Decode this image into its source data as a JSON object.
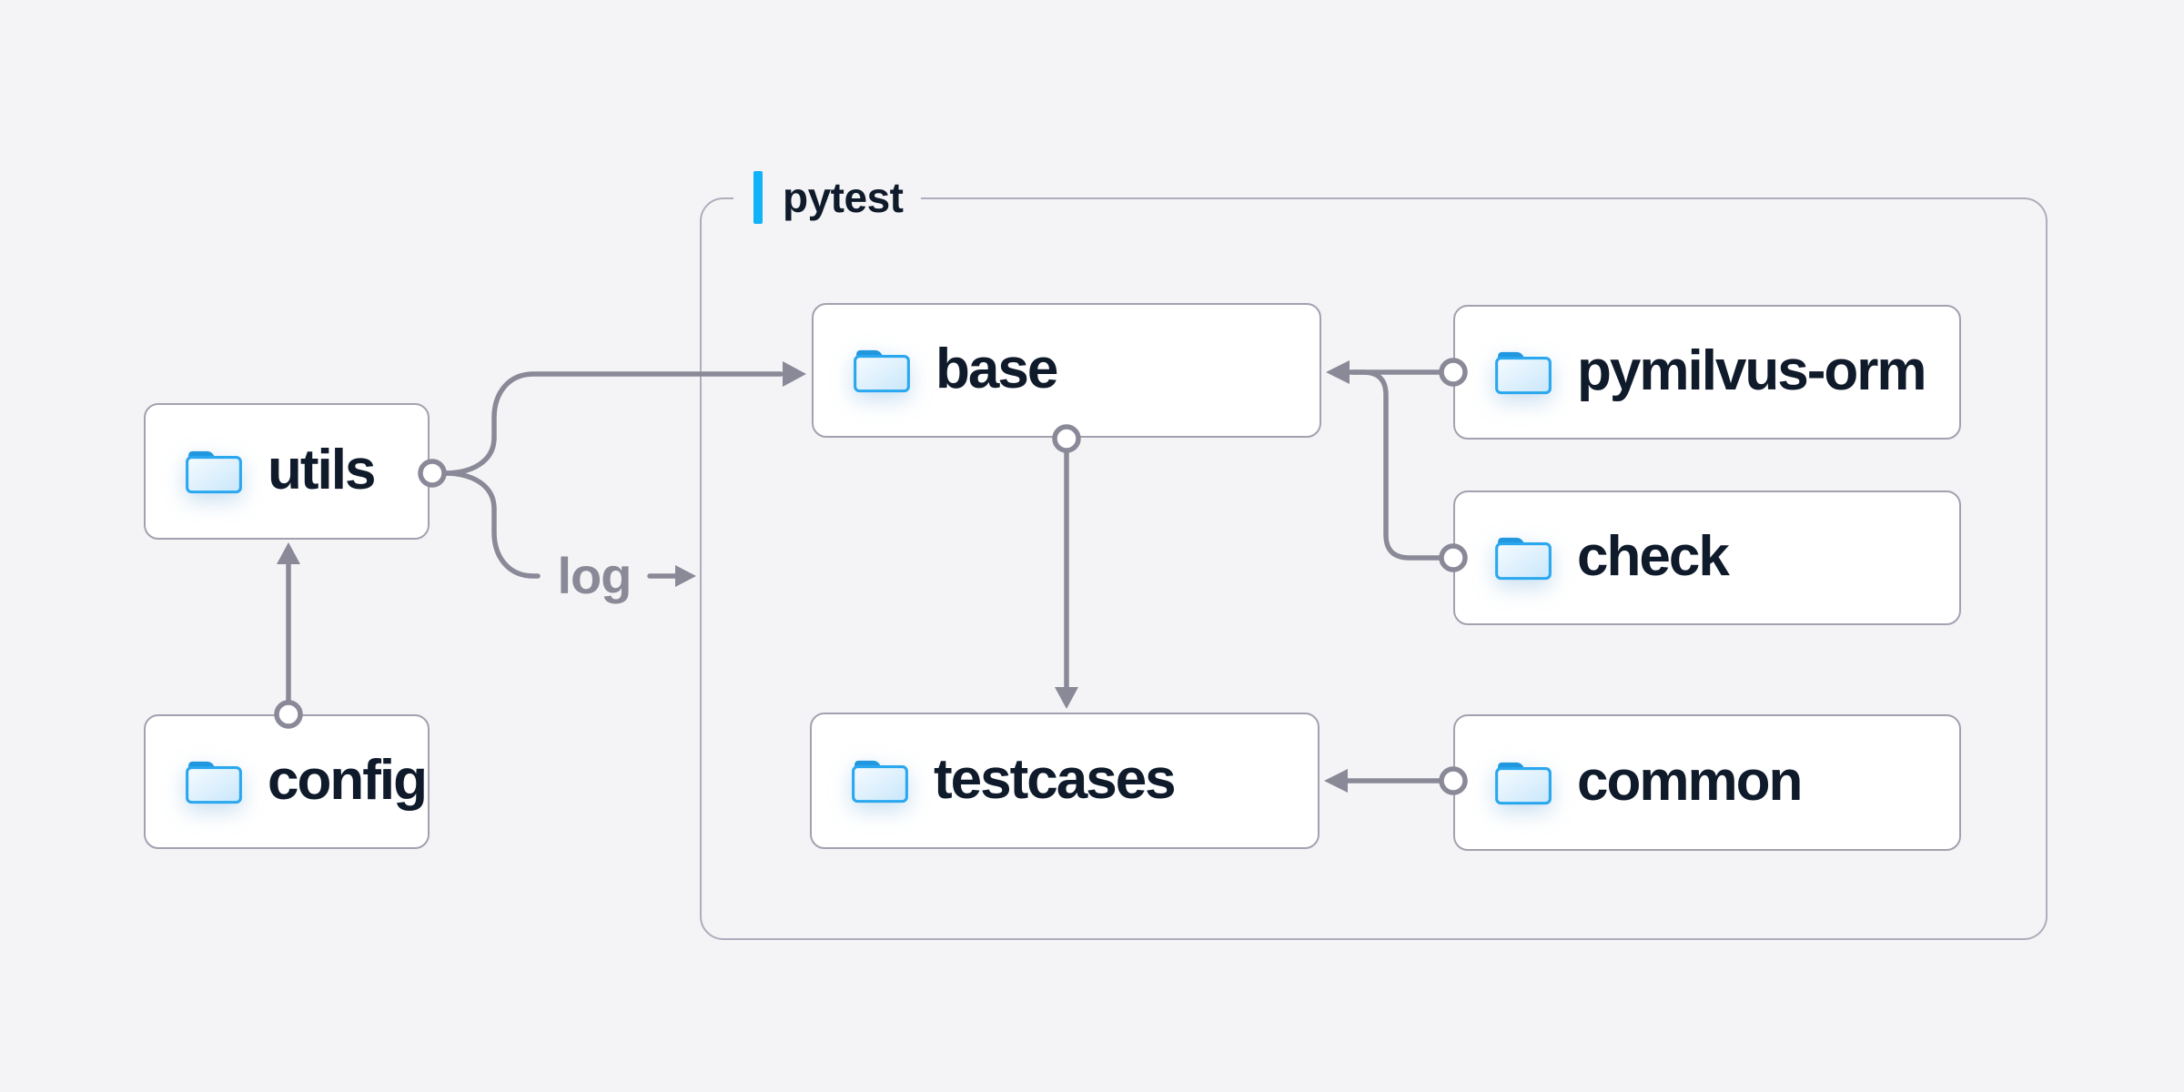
{
  "diagram": {
    "group_label": "pytest",
    "edge_label": "log",
    "nodes": {
      "utils": "utils",
      "config": "config",
      "base": "base",
      "pymilvus_orm": "pymilvus-orm",
      "check": "check",
      "testcases": "testcases",
      "common": "common"
    },
    "edges": [
      {
        "from": "config",
        "to": "utils",
        "style": "arrow"
      },
      {
        "from": "utils",
        "to": "base",
        "style": "arrow"
      },
      {
        "from": "utils",
        "to": "log",
        "style": "arrow",
        "label": "log"
      },
      {
        "from": "pymilvus-orm",
        "to": "base",
        "style": "arrow"
      },
      {
        "from": "check",
        "to": "base",
        "style": "arrow"
      },
      {
        "from": "base",
        "to": "testcases",
        "style": "arrow"
      },
      {
        "from": "common",
        "to": "testcases",
        "style": "arrow"
      }
    ],
    "colors": {
      "background": "#f4f4f6",
      "node_background": "#ffffff",
      "node_border": "#a2a1af",
      "group_border": "#aeadbb",
      "connector": "#8a8998",
      "node_text": "#0f1a2b",
      "edge_label_text": "#8a8998",
      "accent_bar": "#12b2f9",
      "folder_outline": "#2aa7ee",
      "folder_tab": "#2097de"
    }
  }
}
